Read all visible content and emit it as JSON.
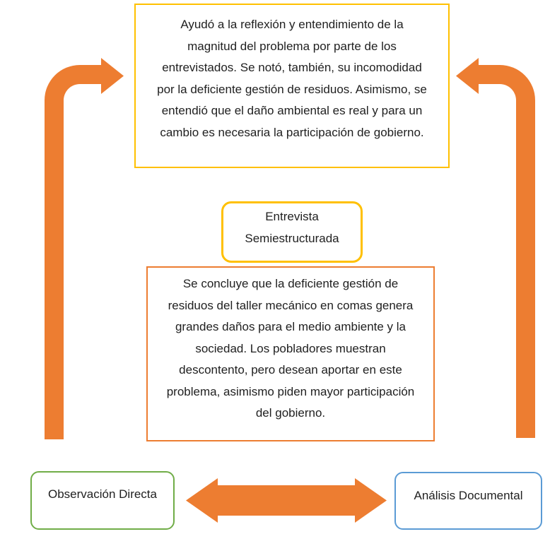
{
  "colors": {
    "gold": "#FFC000",
    "orange": "#ED7D31",
    "green": "#70AD47",
    "blue": "#5B9BD5",
    "text": "#1f1f1f",
    "background": "#FFFFFF"
  },
  "diagram": {
    "interview_findings": {
      "text": "Ayudó a la reflexión y entendimiento de la\nmagnitud del problema por parte de los\nentrevistados. Se notó, también, su incomodidad\npor la deficiente gestión de residuos. Asimismo, se\nentendió que el daño ambiental es real y para un\ncambio es necesaria la participación de gobierno."
    },
    "method_center": {
      "label": "Entrevista\nSemiestructurada"
    },
    "conclusion": {
      "text": "Se concluye que la deficiente gestión de\nresiduos del taller mecánico en comas genera\ngrandes daños para el medio ambiente y la\nsociedad. Los pobladores muestran\ndescontento, pero desean aportar en este\nproblema, asimismo piden mayor participación\ndel gobierno."
    },
    "method_left": {
      "label": "Observación Directa"
    },
    "method_right": {
      "label": "Análisis Documental"
    },
    "arrows": {
      "left": "bent-up-right-arrow",
      "right": "bent-up-left-arrow",
      "bottom": "left-right-double-arrow"
    }
  }
}
